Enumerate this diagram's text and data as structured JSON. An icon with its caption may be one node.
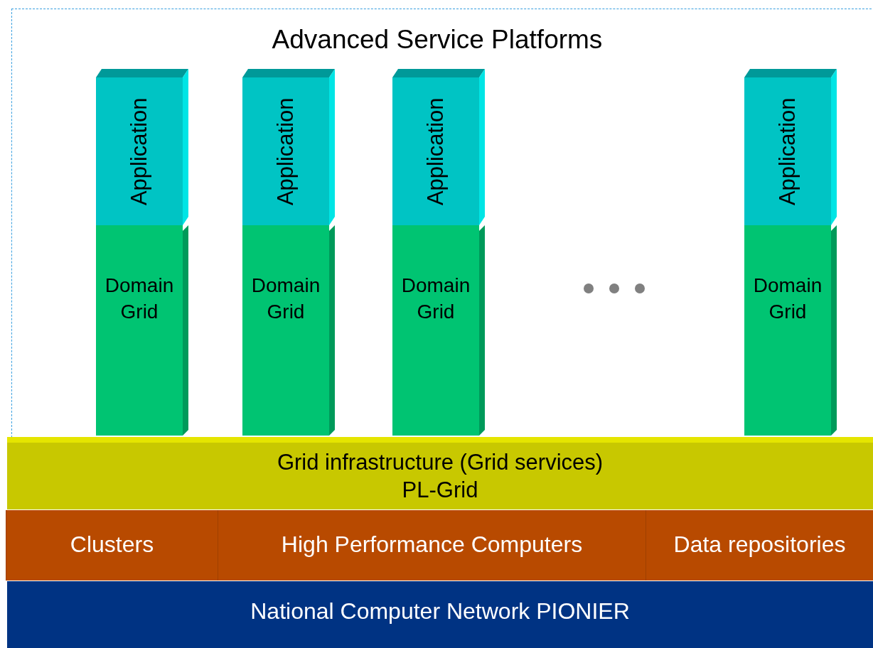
{
  "diagram": {
    "nodes": [
      {
        "text": [
          "Advanced Service Platforms"
        ]
      },
      {
        "text": [
          "Application"
        ],
        "in": 0
      },
      {
        "text": [
          "Domain Grid"
        ],
        "in": 0
      },
      {
        "text": [
          "Application"
        ],
        "in": 0
      },
      {
        "text": [
          "Domain Grid"
        ],
        "in": 0
      },
      {
        "text": [
          "Application"
        ],
        "in": 0
      },
      {
        "text": [
          "Domain Grid"
        ],
        "in": 0
      },
      {
        "text": [
          "Application"
        ],
        "in": 0
      },
      {
        "text": [
          "Domain Grid"
        ],
        "in": 0
      },
      {
        "text": [
          "Grid infrastructure (Grid services)",
          "PL-Grid"
        ]
      },
      {
        "text": [
          "Clusters"
        ]
      },
      {
        "text": [
          "High Performance Computers"
        ]
      },
      {
        "text": [
          "Data repositories"
        ]
      },
      {
        "text": [
          "National Computer Network PIONIER"
        ]
      }
    ],
    "edges": []
  }
}
